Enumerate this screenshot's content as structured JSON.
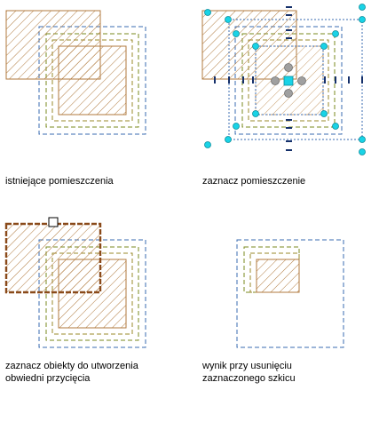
{
  "panels": [
    {
      "id": "existing-rooms",
      "caption_lines": [
        "istniejące pomieszczenia"
      ]
    },
    {
      "id": "select-room",
      "caption_lines": [
        "zaznacz pomieszczenie"
      ]
    },
    {
      "id": "select-objects",
      "caption_lines": [
        "zaznacz obiekty do utworzenia",
        "obwiedni przycięcia"
      ]
    },
    {
      "id": "result",
      "caption_lines": [
        "wynik przy usunięciu",
        "zaznaczonego szkicu"
      ]
    }
  ],
  "colors": {
    "hatch": "#b07a3e",
    "blue_dash": "#3a6bb0",
    "green_dash": "#7a8a1e",
    "olive_dash": "#9a8a2a",
    "selected": "#8a4a1a",
    "grip_cyan": "#19d3e6",
    "grip_grey": "#a0a0a0",
    "grip_dark": "#15306a"
  }
}
